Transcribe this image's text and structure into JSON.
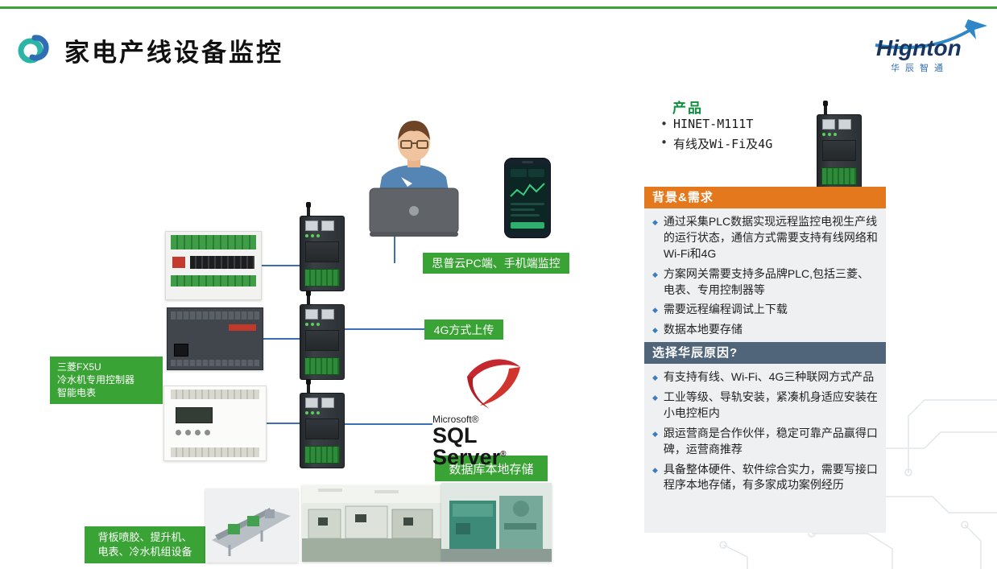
{
  "slide": {
    "title": "家电产线设备监控",
    "brand": {
      "name": "Hignton",
      "tagline": "华辰智通"
    }
  },
  "diagram": {
    "monitor_label": "思普云PC端、手机端监控",
    "upload_label": "4G方式上传",
    "db_label": "数据库本地存储",
    "plc_label_lines": [
      "三菱FX5U",
      "冷水机专用控制器",
      "智能电表"
    ],
    "equipment_label_lines": [
      "背板喷胶、提升机、",
      "电表、冷水机组设备"
    ],
    "sql_logo": {
      "brand": "Microsoft®",
      "product": "SQL Server",
      "reg": "®"
    }
  },
  "product": {
    "header": "产品",
    "bullet": "•",
    "items": [
      "HINET-M111T",
      "有线及Wi-Fi及4G"
    ]
  },
  "background": {
    "header": "背景&需求",
    "diamond": "◆",
    "items": [
      "通过采集PLC数据实现远程监控电视生产线的运行状态，通信方式需要支持有线网络和Wi-Fi和4G",
      "方案网关需要支持多品牌PLC,包括三菱、电表、专用控制器等",
      "需要远程编程调试上下载",
      "数据本地要存储"
    ]
  },
  "reasons": {
    "header": "选择华辰原因?",
    "diamond": "◆",
    "items": [
      "有支持有线、Wi-Fi、4G三种联网方式产品",
      "工业等级、导轨安装，紧凑机身适应安装在小电控柜内",
      "跟运营商是合作伙伴，稳定可靠产品赢得口碑，运营商推荐",
      "具备整体硬件、软件综合实力，需要写接口程序本地存储，有多家成功案例经历"
    ]
  },
  "colors": {
    "green": "#3aa335",
    "header_green": "#0e8f3c",
    "orange": "#e4781d",
    "slate": "#50657a",
    "line_blue": "#3b6fb5",
    "diamond_blue": "#3a7ec0",
    "sql_red": "#c6262e"
  }
}
